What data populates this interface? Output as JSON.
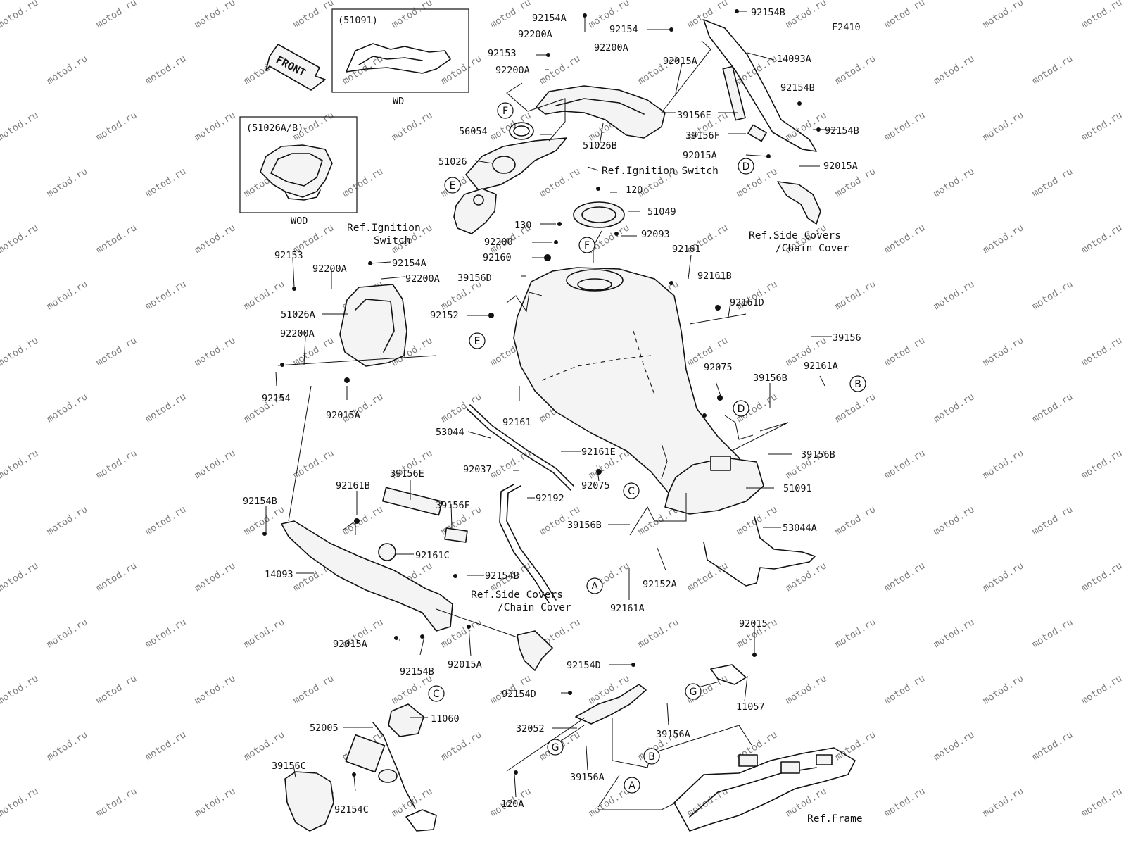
{
  "figure_code": "F2410",
  "watermark_text": "motod.ru",
  "front_label": "FRONT",
  "variant_boxes": [
    {
      "id": "wd",
      "code": "(51091)",
      "caption": "WD"
    },
    {
      "id": "wod",
      "code": "(51026A/B)",
      "caption": "WOD"
    }
  ],
  "circle_markers": [
    "F",
    "E",
    "D",
    "C",
    "B",
    "A",
    "G"
  ],
  "references": [
    "Ref.Ignition Switch",
    "Ref.Ignition",
    "Switch",
    "Ref.Side Covers",
    "/Chain Cover",
    "Ref.Frame"
  ],
  "callouts": [
    "92154A",
    "92200A",
    "92154",
    "92200A",
    "92153",
    "92200A",
    "92154B",
    "14093A",
    "92015A",
    "92154B",
    "39156E",
    "39156F",
    "92015A",
    "92154B",
    "92015A",
    "56054",
    "51026B",
    "51026",
    "120",
    "51049",
    "130",
    "92093",
    "92200",
    "92160",
    "92161",
    "92161B",
    "92161D",
    "39156D",
    "92153",
    "92200A",
    "92154A",
    "92200A",
    "51026A",
    "92200A",
    "92152",
    "39156",
    "92154",
    "92015A",
    "92075",
    "39156B",
    "92161A",
    "92161",
    "53044",
    "92161E",
    "39156B",
    "92037",
    "92075",
    "51091",
    "92161B",
    "39156E",
    "92192",
    "39156F",
    "92154B",
    "39156B",
    "53044A",
    "92161C",
    "14093",
    "92152A",
    "92154B",
    "92161A",
    "92015A",
    "92154B",
    "92015A",
    "92015",
    "92154D",
    "92154D",
    "11057",
    "32052",
    "39156A",
    "52005",
    "11060",
    "39156C",
    "39156A",
    "92154C",
    "120A"
  ]
}
